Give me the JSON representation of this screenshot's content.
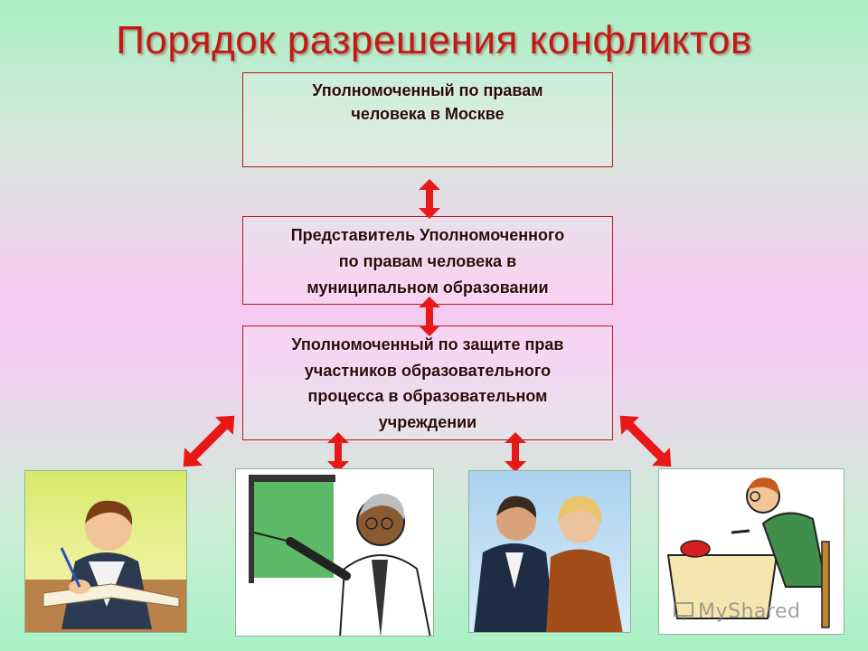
{
  "title": "Порядок разрешения конфликтов",
  "boxes": {
    "top": {
      "lines": [
        "Уполномоченный по правам",
        "человека в Москве"
      ]
    },
    "middle": {
      "lines": [
        "Представитель Уполномоченного",
        "по правам человека в",
        "муниципальном образовании"
      ]
    },
    "bottom": {
      "lines": [
        "Уполномоченный по защите прав",
        "участников образовательного",
        "процесса в образовательном",
        "учреждении"
      ]
    }
  },
  "pictures": [
    {
      "name": "student",
      "icon": "student-writing-illustration"
    },
    {
      "name": "teacher",
      "icon": "teacher-at-blackboard-illustration"
    },
    {
      "name": "parents",
      "icon": "parents-couple-photo"
    },
    {
      "name": "employee",
      "icon": "man-at-desk-phone-illustration"
    }
  ],
  "watermark": "MyShared",
  "colors": {
    "title": "#c21818",
    "arrow": "#e81818",
    "box_border": "#b51a1a"
  }
}
